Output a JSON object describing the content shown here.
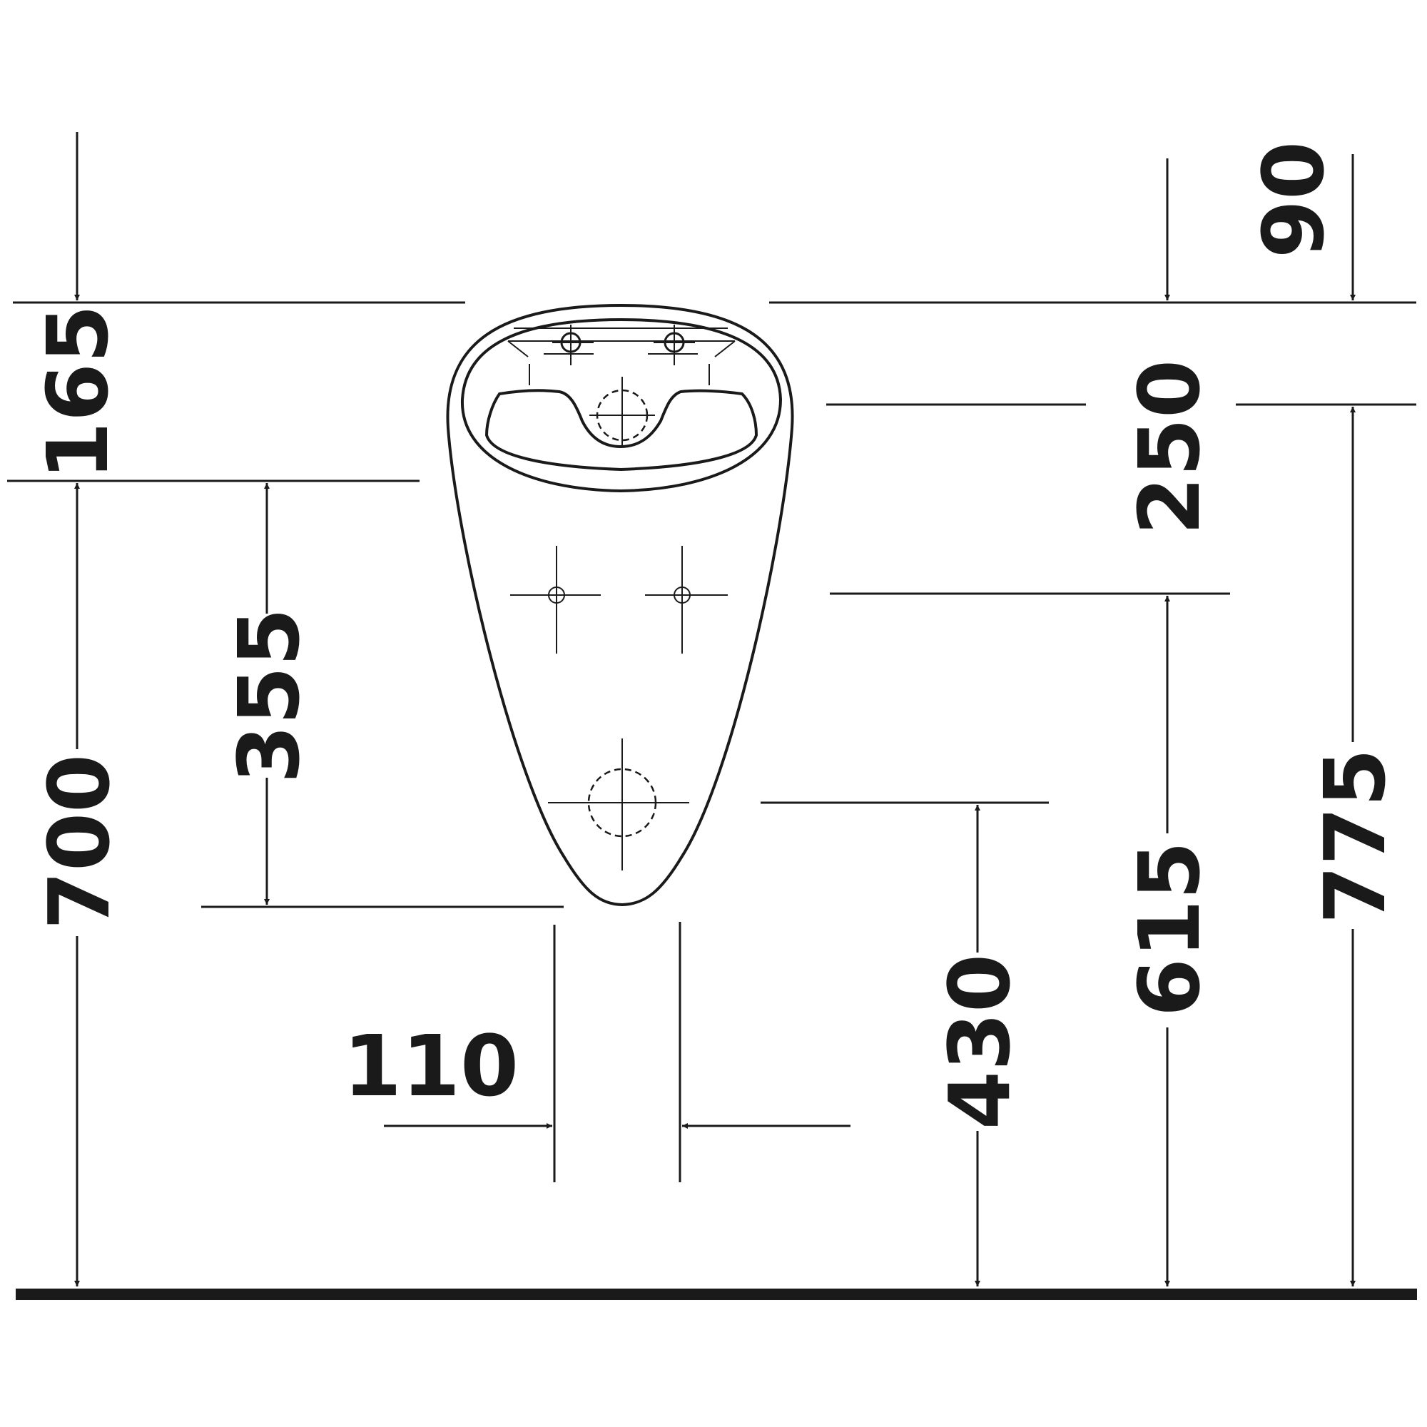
{
  "drawing": {
    "dimensions": {
      "d165": "165",
      "d700": "700",
      "d355": "355",
      "d110": "110",
      "d430": "430",
      "d250": "250",
      "d615": "615",
      "d775": "775",
      "d90": "90"
    },
    "colors": {
      "ink": "#1a1a1a",
      "background": "#ffffff"
    }
  }
}
